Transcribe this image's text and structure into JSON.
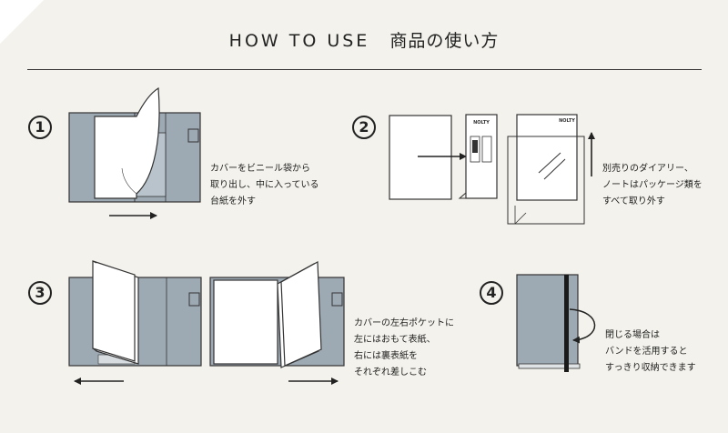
{
  "header": {
    "title_en": "HOW TO USE",
    "title_jp": "商品の使い方"
  },
  "steps": [
    {
      "number": "1",
      "caption": "カバーをビニール袋から\n取り出し、中に入っている\n台紙を外す"
    },
    {
      "number": "2",
      "caption": "別売りのダイアリー、\nノートはパッケージ類を\nすべて取り外す"
    },
    {
      "number": "3",
      "caption": "カバーの左右ポケットに\n左にはおもて表紙、\n右には裏表紙を\nそれぞれ差しこむ"
    },
    {
      "number": "4",
      "caption": "閉じる場合は\nバンドを活用すると\nすっきり収納できます"
    }
  ],
  "brand_label": "NOLTY",
  "colors": {
    "background": "#f3f2ec",
    "cover_gray": "#9eaab3",
    "paper": "#ffffff",
    "line": "#222222"
  }
}
